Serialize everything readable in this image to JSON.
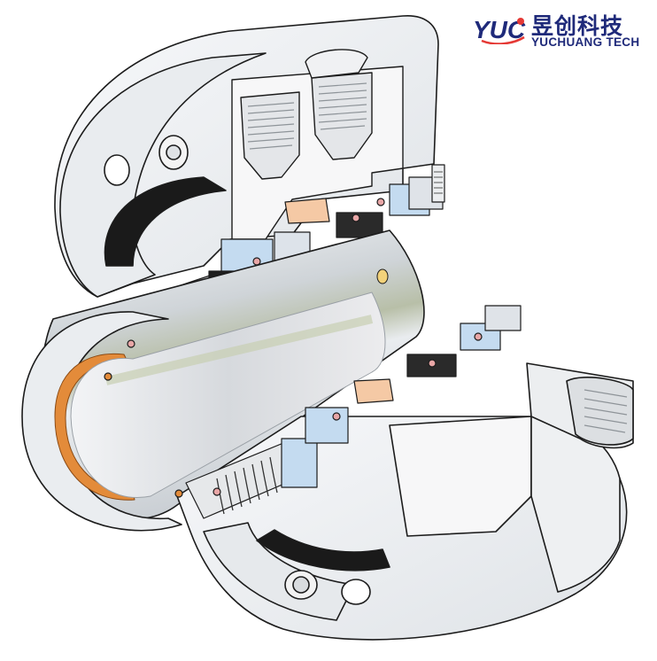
{
  "logo": {
    "mark": "YUC",
    "name_cn": "昱创科技",
    "name_en": "YUCHUANG TECH",
    "color": "#1f2a7a",
    "accent": "#e53935"
  },
  "illustration": {
    "subject": "cartridge-seal-cutaway",
    "metal_color": "#eef0f3",
    "edge_color": "#1c1c1c",
    "seal_face_color": "#f5c9a5",
    "oring_color": "#e8a6a6",
    "sleeve_color": "#c4dbf0",
    "orange_ring_color": "#e38b3a"
  }
}
